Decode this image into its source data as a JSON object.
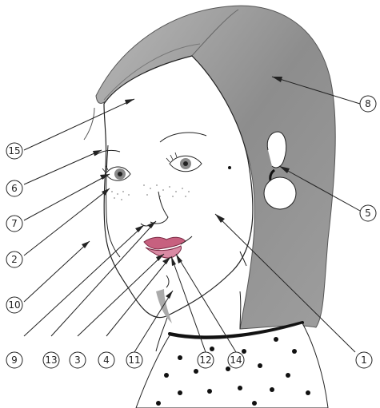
{
  "labels": [
    {
      "id": "1",
      "text": "1"
    },
    {
      "id": "2",
      "text": "2"
    },
    {
      "id": "3",
      "text": "3"
    },
    {
      "id": "4",
      "text": "4"
    },
    {
      "id": "5",
      "text": "5"
    },
    {
      "id": "6",
      "text": "6"
    },
    {
      "id": "7",
      "text": "7"
    },
    {
      "id": "8",
      "text": "8"
    },
    {
      "id": "9",
      "text": "9"
    },
    {
      "id": "10",
      "text": "10"
    },
    {
      "id": "11",
      "text": "11"
    },
    {
      "id": "12",
      "text": "12"
    },
    {
      "id": "13",
      "text": "13"
    },
    {
      "id": "14",
      "text": "14"
    },
    {
      "id": "15",
      "text": "15"
    }
  ],
  "colors": {
    "hair": "#8f8f8f",
    "lips": "#c7607f",
    "line": "#222222",
    "label_circle": "#ffffff"
  }
}
